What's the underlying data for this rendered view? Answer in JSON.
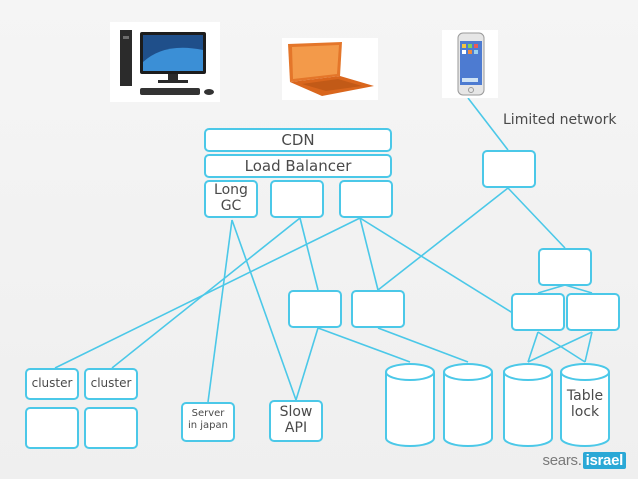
{
  "colors": {
    "line": "#4bc8e8",
    "background": "#f3f3f3",
    "text": "#4a4a4a"
  },
  "devices": {
    "desktop": "desktop-computer-icon",
    "laptop": "laptop-icon",
    "phone": "smartphone-icon"
  },
  "labels": {
    "cdn": "CDN",
    "load_balancer": "Load Balancer",
    "long_gc": "Long\nGC",
    "limited_network": "Limited network",
    "cluster_left": "cluster",
    "cluster_right": "cluster",
    "server_in_japan": "Server\nin japan",
    "slow_api": "Slow\nAPI",
    "table_lock": "Table\nlock"
  },
  "logo": {
    "brand": "sears.",
    "suffix": "israel"
  }
}
